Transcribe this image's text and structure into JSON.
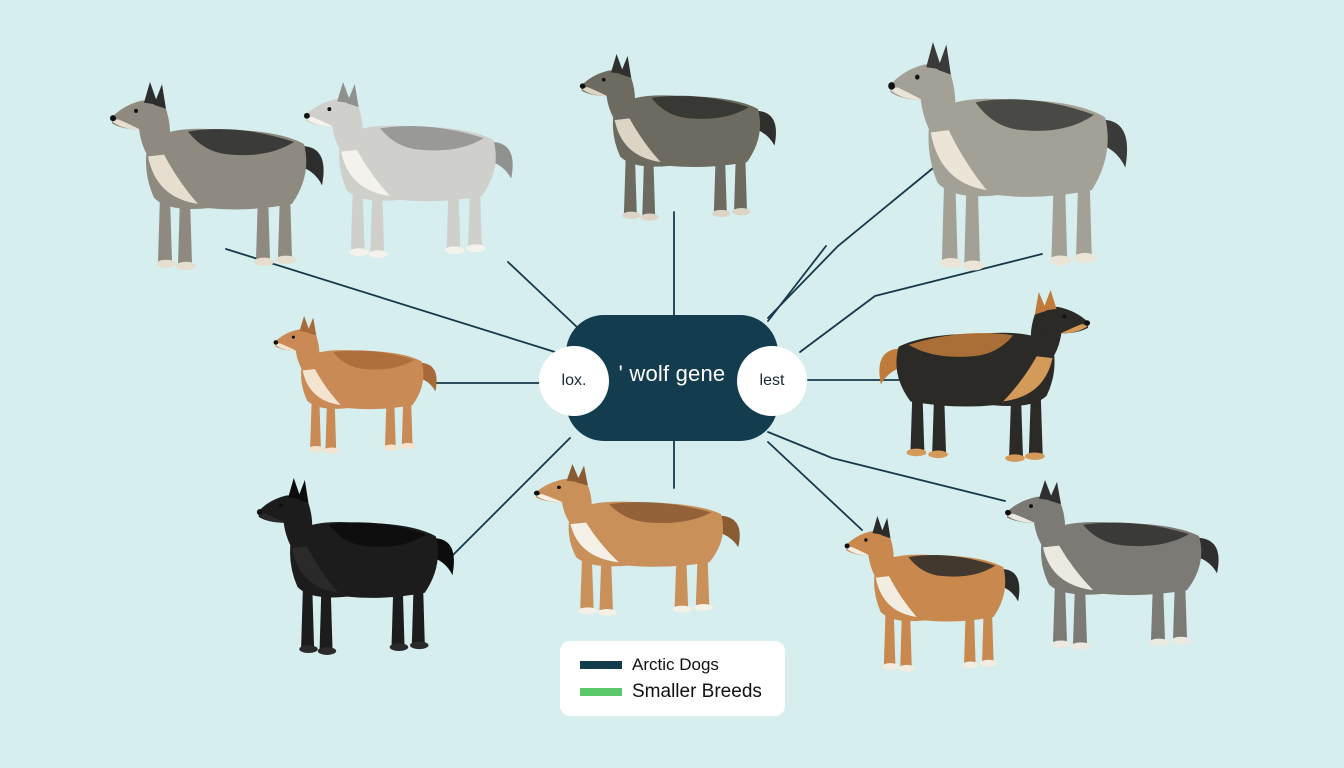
{
  "hub": {
    "label": "' wolf gene"
  },
  "nodes": {
    "left": "lox.",
    "right": "lest"
  },
  "legend": {
    "items": [
      {
        "label": "Arctic Dogs",
        "color": "#133c4e"
      },
      {
        "label": "Smaller Breeds",
        "color": "#5bc86a"
      }
    ]
  },
  "colors": {
    "background": "#d6eeee",
    "hub": "#133c4e",
    "line": "#17394a"
  },
  "dogs": [
    {
      "name": "grey-wolf-dog",
      "coat": "#8e8a80",
      "accent": "#2d2d2d",
      "belly": "#e6dfcf"
    },
    {
      "name": "white-husky",
      "coat": "#cfcfcb",
      "accent": "#8f918f",
      "belly": "#f4f2ec"
    },
    {
      "name": "small-grey-wolfdog",
      "coat": "#6d6a60",
      "accent": "#2f2f2d",
      "belly": "#dcd5c6"
    },
    {
      "name": "large-grey-wolf",
      "coat": "#a3a096",
      "accent": "#3a3a38",
      "belly": "#ebe5d8"
    },
    {
      "name": "tan-dog",
      "coat": "#c98a55",
      "accent": "#a96a3a",
      "belly": "#f3e3cf"
    },
    {
      "name": "german-shepherd",
      "coat": "#2c2a26",
      "accent": "#c07b3a",
      "belly": "#d49a5a"
    },
    {
      "name": "black-shepherd",
      "coat": "#1c1c1c",
      "accent": "#0c0c0c",
      "belly": "#2a2a2a"
    },
    {
      "name": "tan-white-dog",
      "coat": "#c9905a",
      "accent": "#8a5a32",
      "belly": "#f6f1e7"
    },
    {
      "name": "tricolor-dog",
      "coat": "#c8884e",
      "accent": "#2a2a28",
      "belly": "#f3ece0"
    },
    {
      "name": "grey-husky",
      "coat": "#7c7a74",
      "accent": "#2f2f2f",
      "belly": "#ece9e1"
    }
  ]
}
